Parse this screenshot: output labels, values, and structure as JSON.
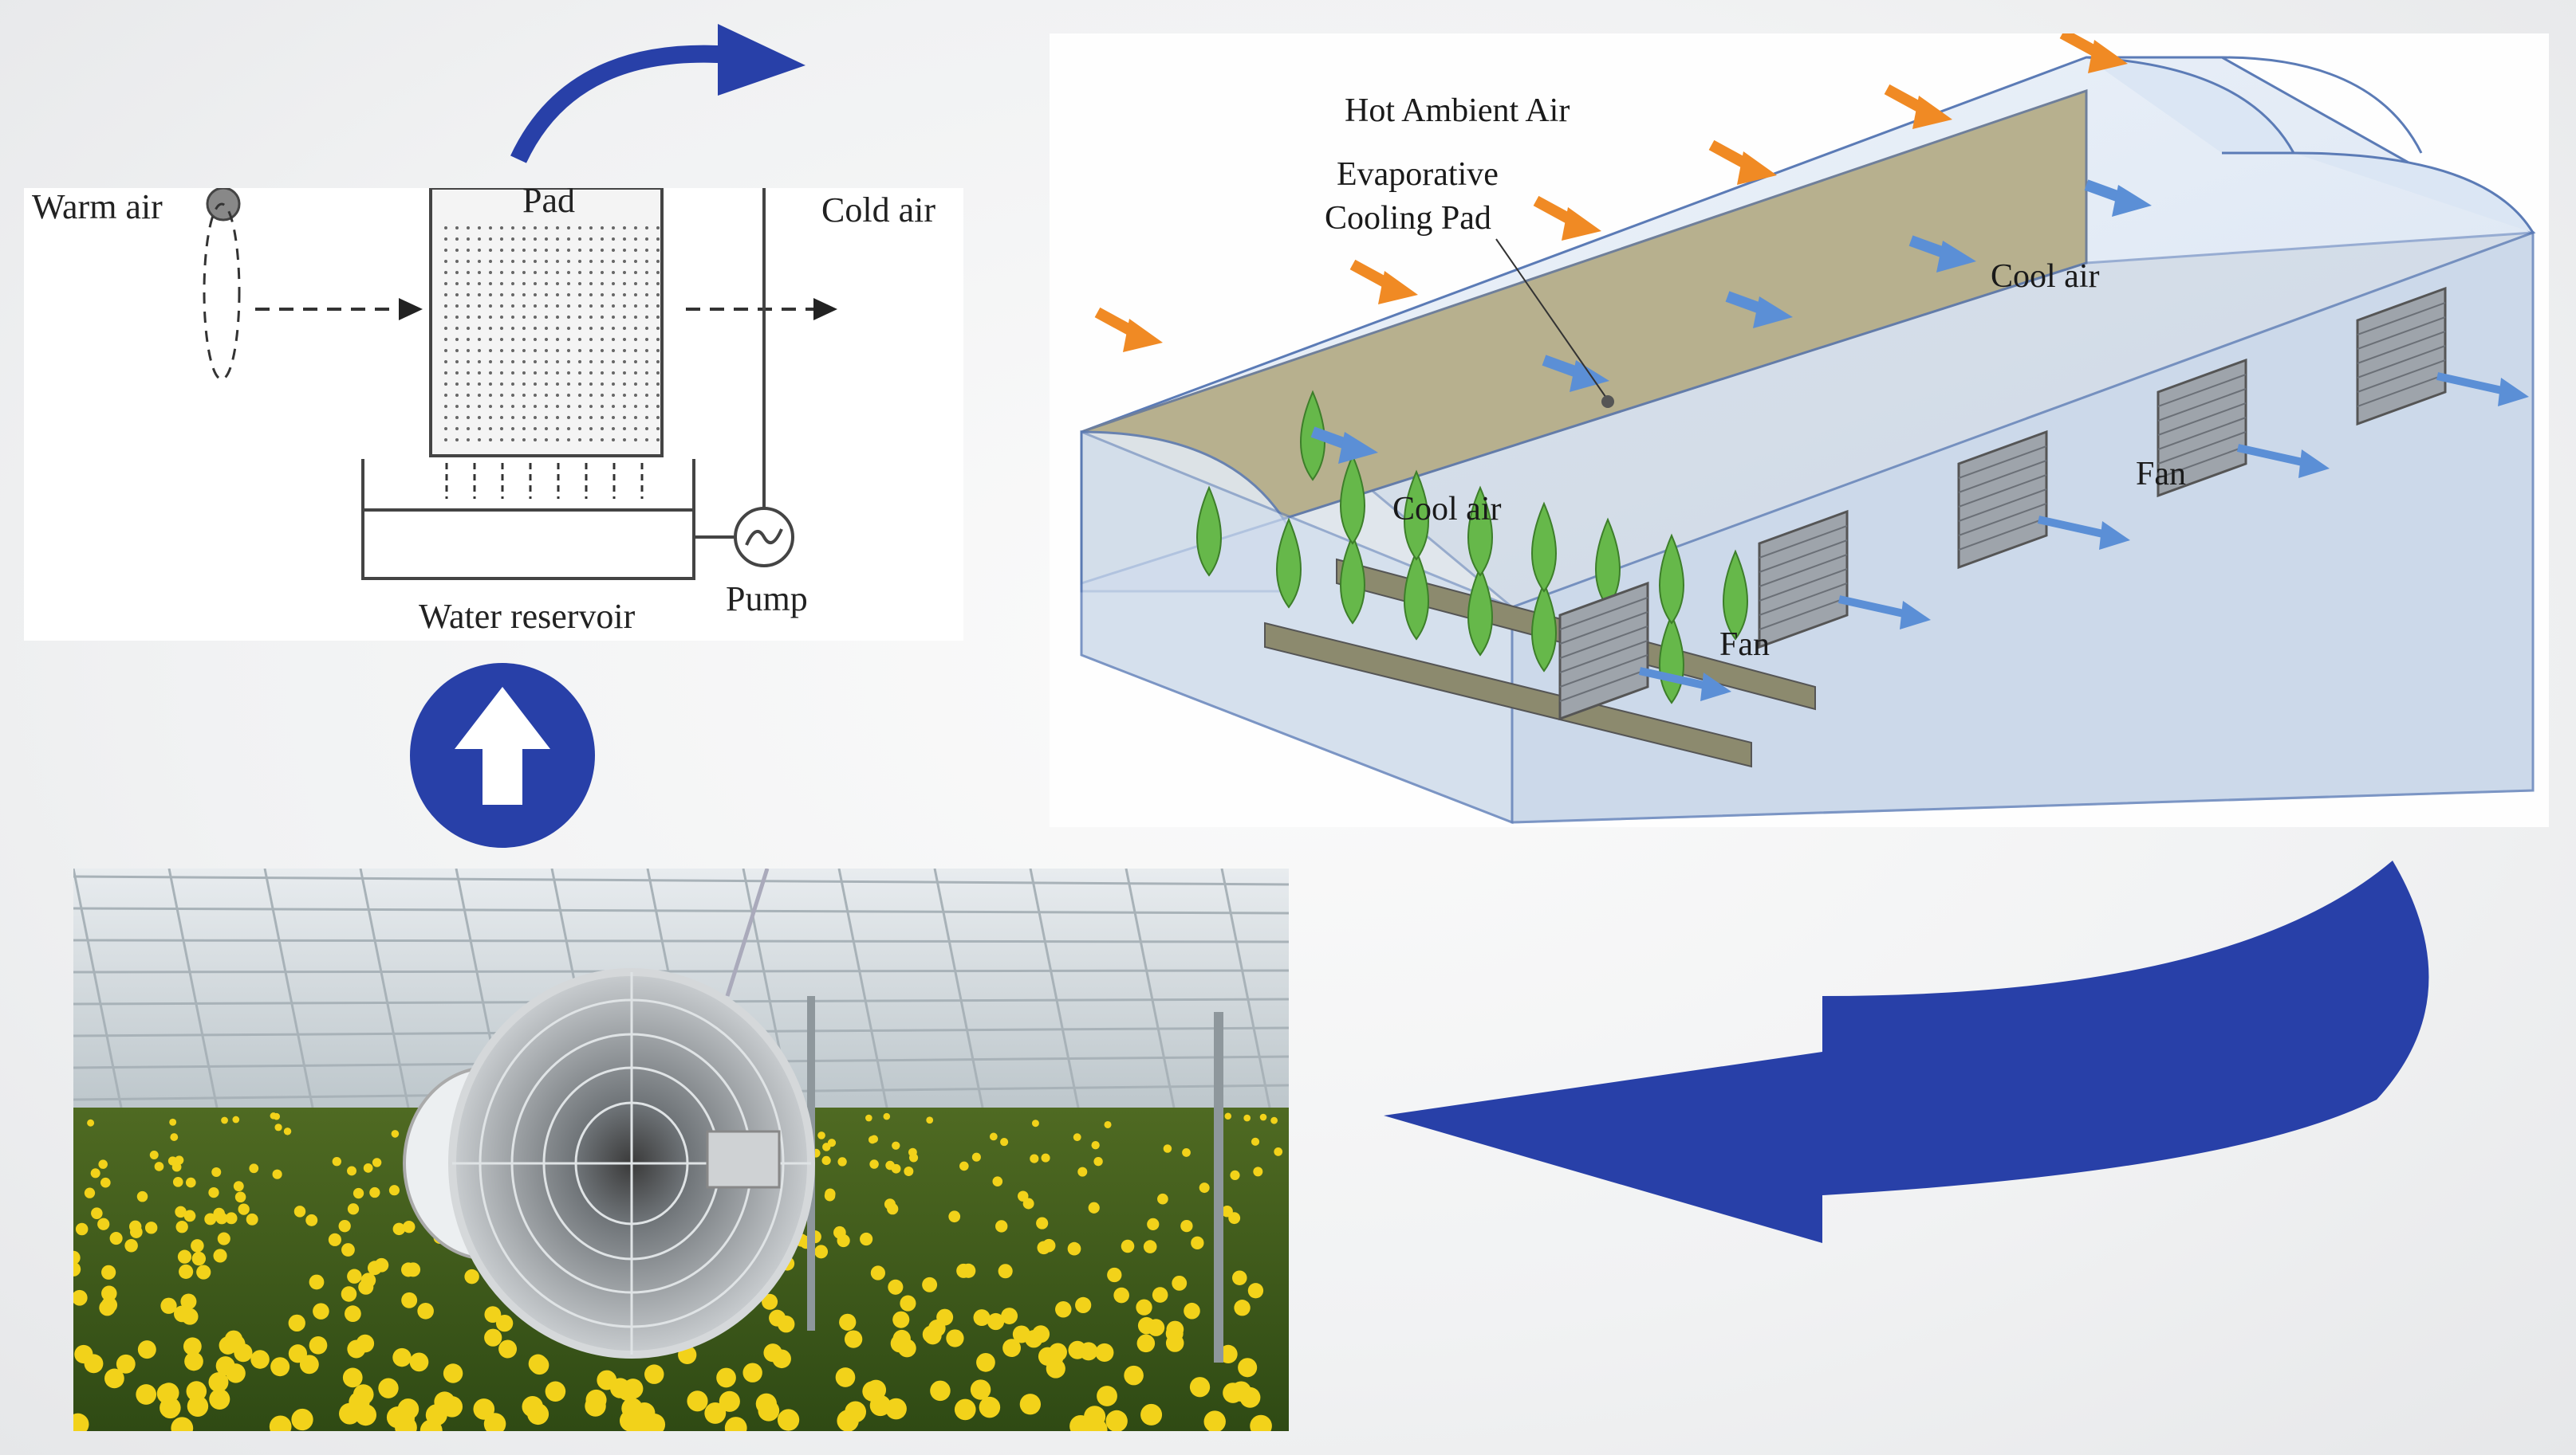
{
  "schematic": {
    "warm_air_label": "Warm air",
    "pad_label": "Pad",
    "cold_air_label": "Cold air",
    "water_reservoir_label": "Water reservoir",
    "pump_label": "Pump"
  },
  "greenhouse": {
    "hot_ambient_air_label": "Hot Ambient Air",
    "evaporative_pad_line1": "Evaporative",
    "evaporative_pad_line2": "Cooling Pad",
    "cool_air_label_1": "Cool air",
    "cool_air_label_2": "Cool air",
    "fan_label_1": "Fan",
    "fan_label_2": "Fan"
  },
  "colors": {
    "arrow_blue": "#2840a8",
    "hot_air_orange": "#f08a24",
    "cool_air_blue": "#5b8fd6",
    "pad_khaki": "#b7b08e",
    "plant_green": "#66b84a"
  }
}
